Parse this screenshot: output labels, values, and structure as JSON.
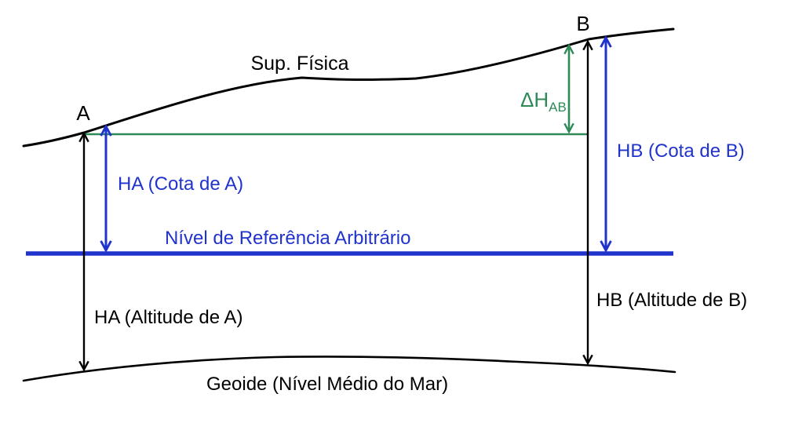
{
  "diagram": {
    "description": "Leveling diagram relating elevations (cotas) above an arbitrary reference level and altitudes above the geoid for two points A and B",
    "points": {
      "a": "A",
      "b": "B"
    },
    "labels": {
      "surface": "Sup. Física",
      "delta_h": "ΔH",
      "delta_h_sub": "AB",
      "cota_a": "HA (Cota de A)",
      "cota_b": "HB (Cota de B)",
      "reference_level": "Nível de Referência Arbitrário",
      "altitude_a": "HA (Altitude de A)",
      "altitude_b": "HB (Altitude de B)",
      "geoid": "Geoide (Nível Médio do Mar)"
    },
    "colors": {
      "cota_blue": "#2133cd",
      "delta_green": "#2e8b57",
      "line_black": "#000000",
      "background": "#ffffff"
    }
  }
}
